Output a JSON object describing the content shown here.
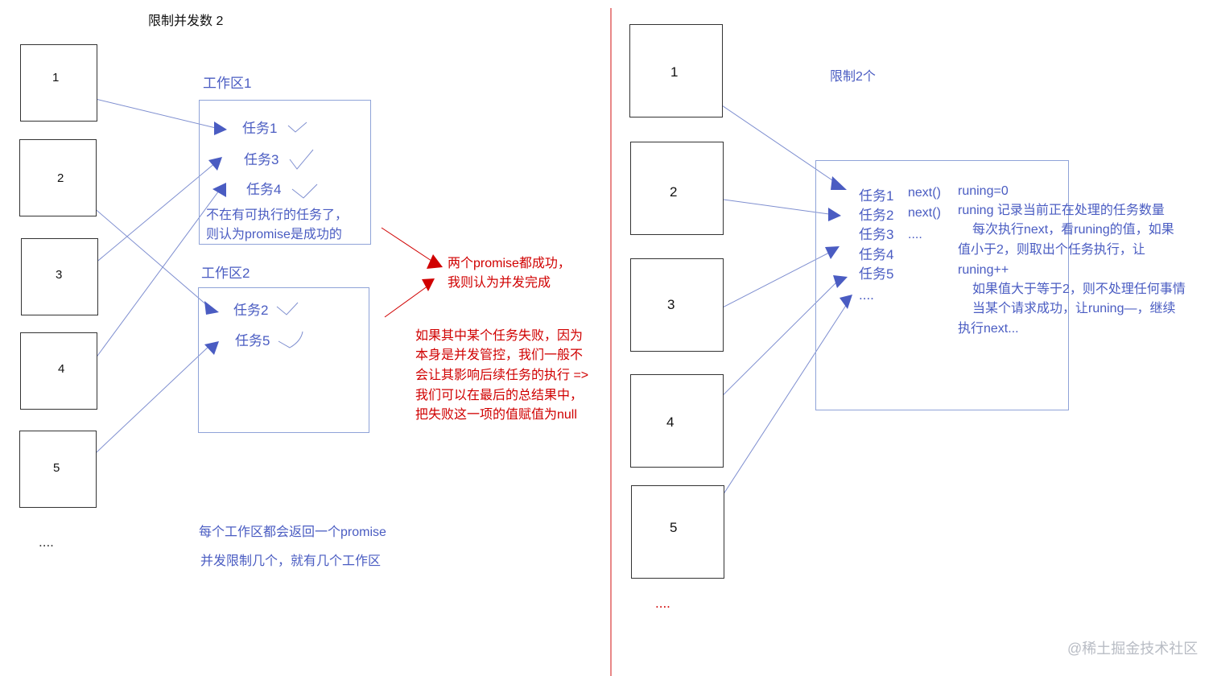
{
  "left": {
    "title": "限制并发数 2",
    "boxes": [
      "1",
      "2",
      "3",
      "4",
      "5"
    ],
    "ellipsis": "....",
    "area1": {
      "label": "工作区1",
      "tasks": [
        "任务1",
        "任务3",
        "任务4"
      ],
      "note_line1": "不在有可执行的任务了，",
      "note_line2": "则认为promise是成功的"
    },
    "area2": {
      "label": "工作区2",
      "tasks": [
        "任务2",
        "任务5"
      ]
    },
    "red_note1": [
      "两个promise都成功，",
      "我则认为并发完成"
    ],
    "red_note2": [
      "如果其中某个任务失败，因为",
      "本身是并发管控，我们一般不",
      "会让其影响后续任务的执行 =>",
      "我们可以在最后的总结果中，",
      "把失败这一项的值赋值为null"
    ],
    "bottom_note1": "每个工作区都会返回一个promise",
    "bottom_note2": "并发限制几个，就有几个工作区"
  },
  "right": {
    "title": "限制2个",
    "boxes": [
      "1",
      "2",
      "3",
      "4",
      "5"
    ],
    "ellipsis": "....",
    "queue": {
      "tasks": [
        "任务1",
        "任务2",
        "任务3",
        "任务4",
        "任务5",
        "...."
      ],
      "next_calls": [
        "next()",
        "next()",
        "...."
      ]
    },
    "notes": [
      "runing=0",
      "runing 记录当前正在处理的任务数量",
      "每次执行next，看runing的值，如果",
      "值小于2，则取出个任务执行，让",
      "runing++",
      "如果值大于等于2，则不处理任何事情",
      "当某个请求成功，让runing—，继续",
      "执行next..."
    ]
  },
  "watermark": "@稀土掘金技术社区",
  "colors": {
    "arrow": "#4a5cc2",
    "line": "#7f8fd0",
    "red": "#d00000",
    "divider": "#e06060"
  }
}
